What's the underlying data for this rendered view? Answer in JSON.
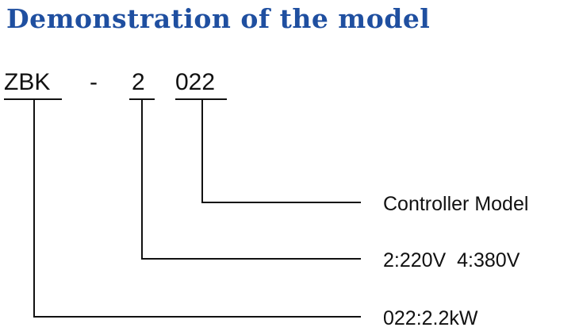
{
  "title": "Demonstration of the model",
  "model_code": {
    "prefix": "ZBK",
    "separator": "-",
    "voltage_code": "2",
    "power_code": "022"
  },
  "legend": {
    "controller": "Controller Model",
    "voltage": "2:220V  4:380V",
    "power": "022:2.2kW"
  },
  "colors": {
    "title": "#1f4fa0",
    "text": "#111111",
    "lines": "#111111"
  }
}
